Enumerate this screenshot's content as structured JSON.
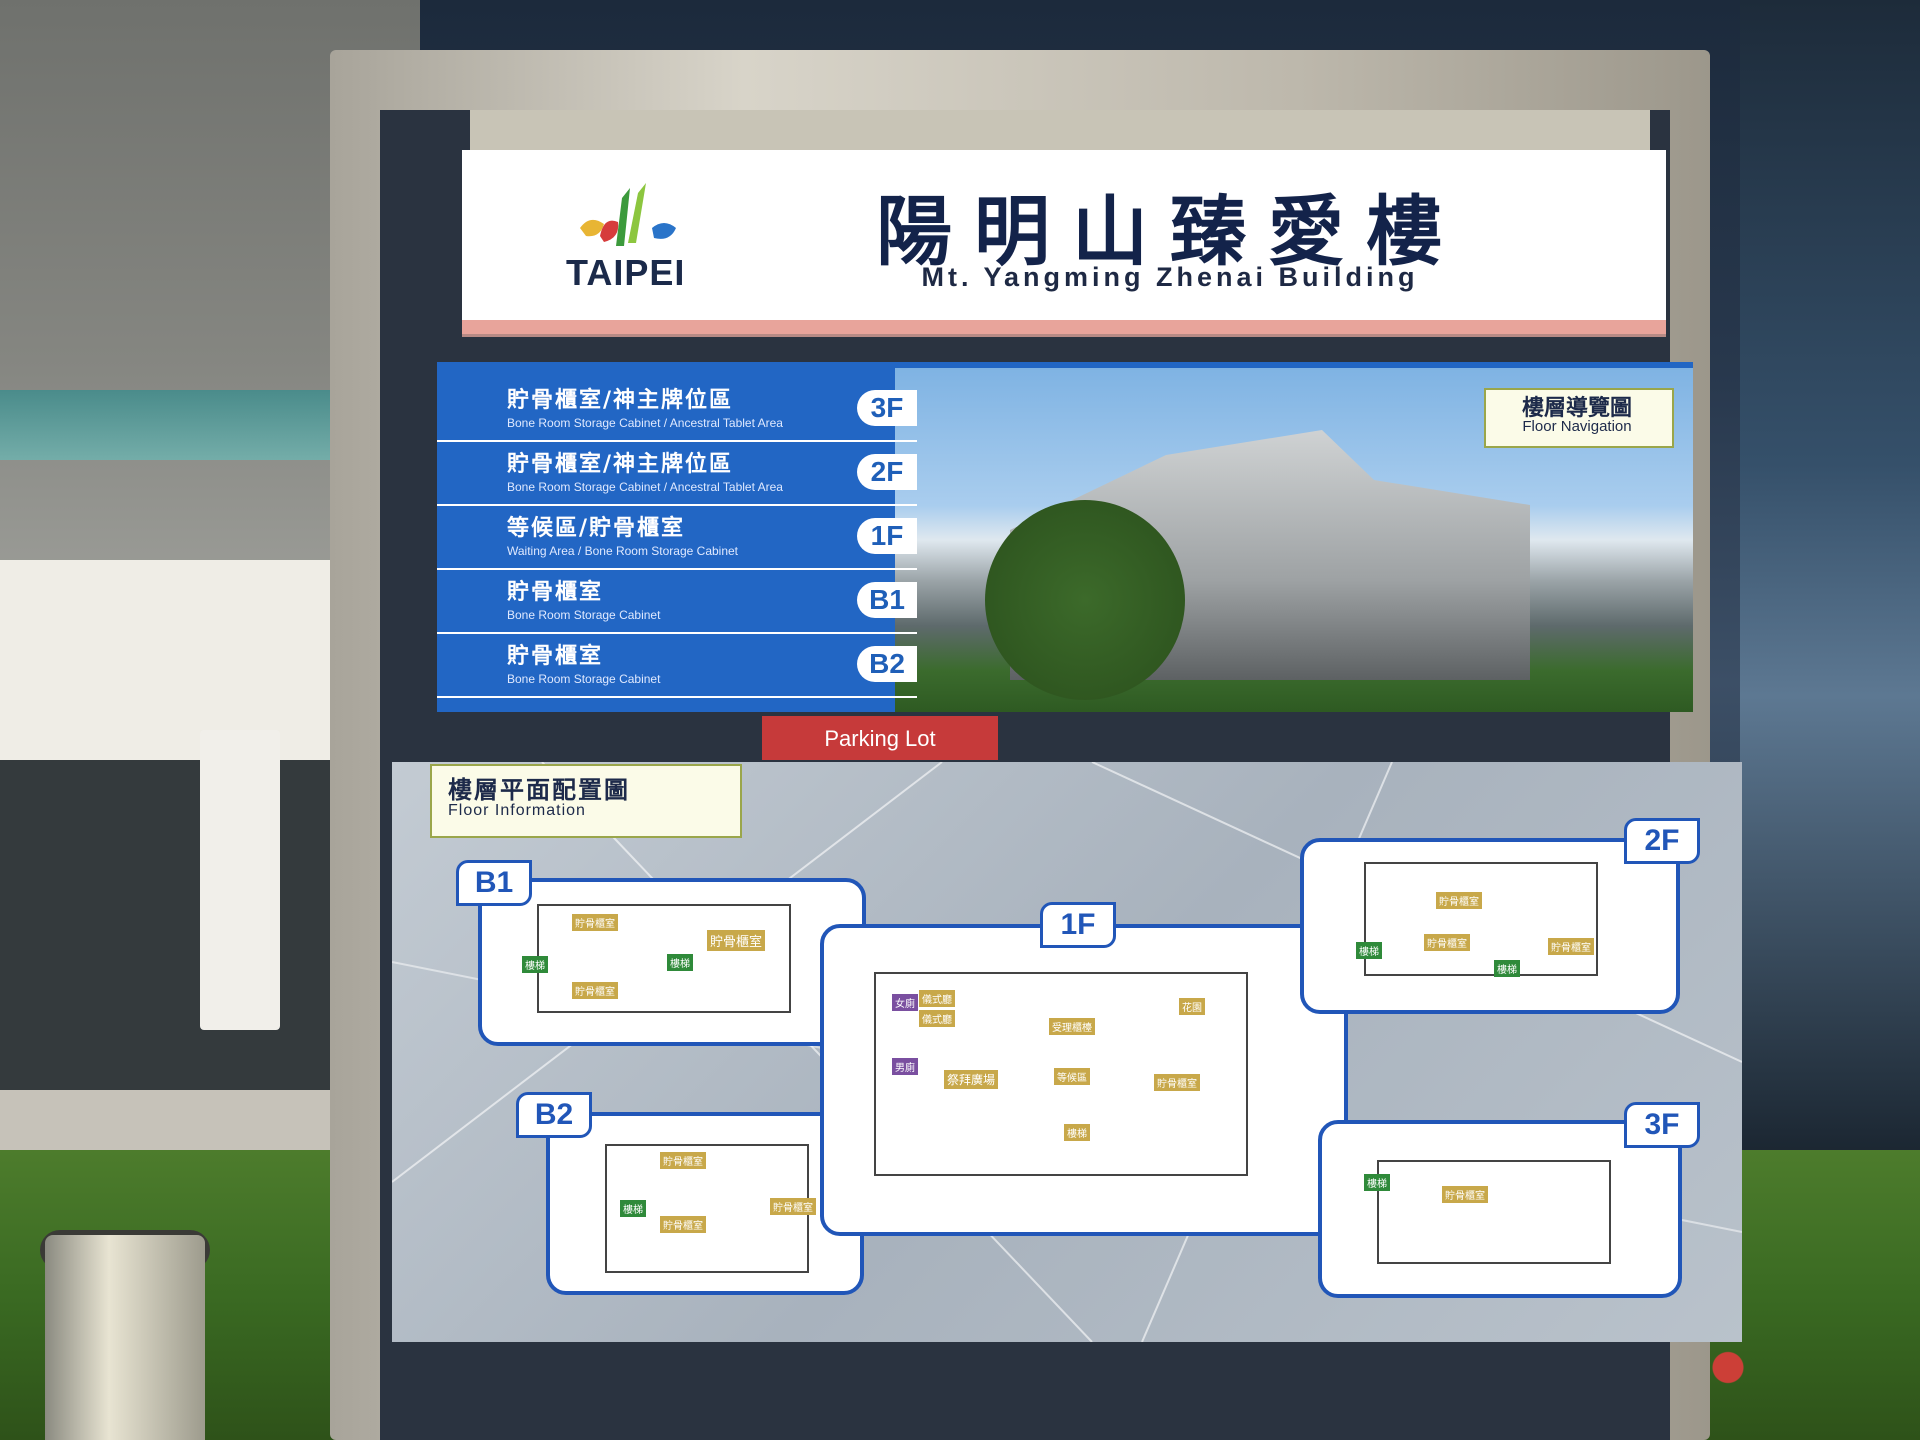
{
  "sign": {
    "logo_text": "TAIPEI",
    "title_zh": "陽明山臻愛樓",
    "title_en": "Mt. Yangming Zhenai Building"
  },
  "navigation": {
    "tag_zh": "樓層導覽圖",
    "tag_en": "Floor Navigation",
    "floors": [
      {
        "badge": "3F",
        "zh": "貯骨櫃室/神主牌位區",
        "en": "Bone Room Storage Cabinet / Ancestral Tablet Area"
      },
      {
        "badge": "2F",
        "zh": "貯骨櫃室/神主牌位區",
        "en": "Bone Room Storage Cabinet / Ancestral Tablet Area"
      },
      {
        "badge": "1F",
        "zh": "等候區/貯骨櫃室",
        "en": "Waiting Area / Bone Room Storage Cabinet"
      },
      {
        "badge": "B1",
        "zh": "貯骨櫃室",
        "en": "Bone Room Storage Cabinet"
      },
      {
        "badge": "B2",
        "zh": "貯骨櫃室",
        "en": "Bone Room Storage Cabinet"
      }
    ]
  },
  "parking": {
    "label": "Parking Lot"
  },
  "floor_info": {
    "tag_zh": "樓層平面配置圖",
    "tag_en": "Floor Information",
    "plans": [
      {
        "badge": "B1",
        "rooms": [
          "貯骨櫃室",
          "貯骨櫃室",
          "貯骨櫃室",
          "樓梯",
          "樓梯"
        ]
      },
      {
        "badge": "B2",
        "rooms": [
          "貯骨櫃室",
          "貯骨櫃室",
          "貯骨櫃室",
          "樓梯"
        ]
      },
      {
        "badge": "1F",
        "rooms": [
          "祭拜廣場",
          "等候區",
          "貯骨櫃室",
          "受理櫃檯",
          "儀式廳",
          "儀式廳",
          "女廁",
          "男廁",
          "花園",
          "樓梯"
        ]
      },
      {
        "badge": "2F",
        "rooms": [
          "貯骨櫃室",
          "貯骨櫃室",
          "貯骨櫃室",
          "樓梯",
          "樓梯"
        ]
      },
      {
        "badge": "3F",
        "rooms": [
          "貯骨櫃室",
          "樓梯"
        ]
      }
    ]
  },
  "colors": {
    "nav_blue": "#2266c4",
    "plan_blue": "#2156b8",
    "room_gold": "#c8a84a",
    "room_green": "#2f8a3a",
    "title_navy": "#13234a"
  }
}
